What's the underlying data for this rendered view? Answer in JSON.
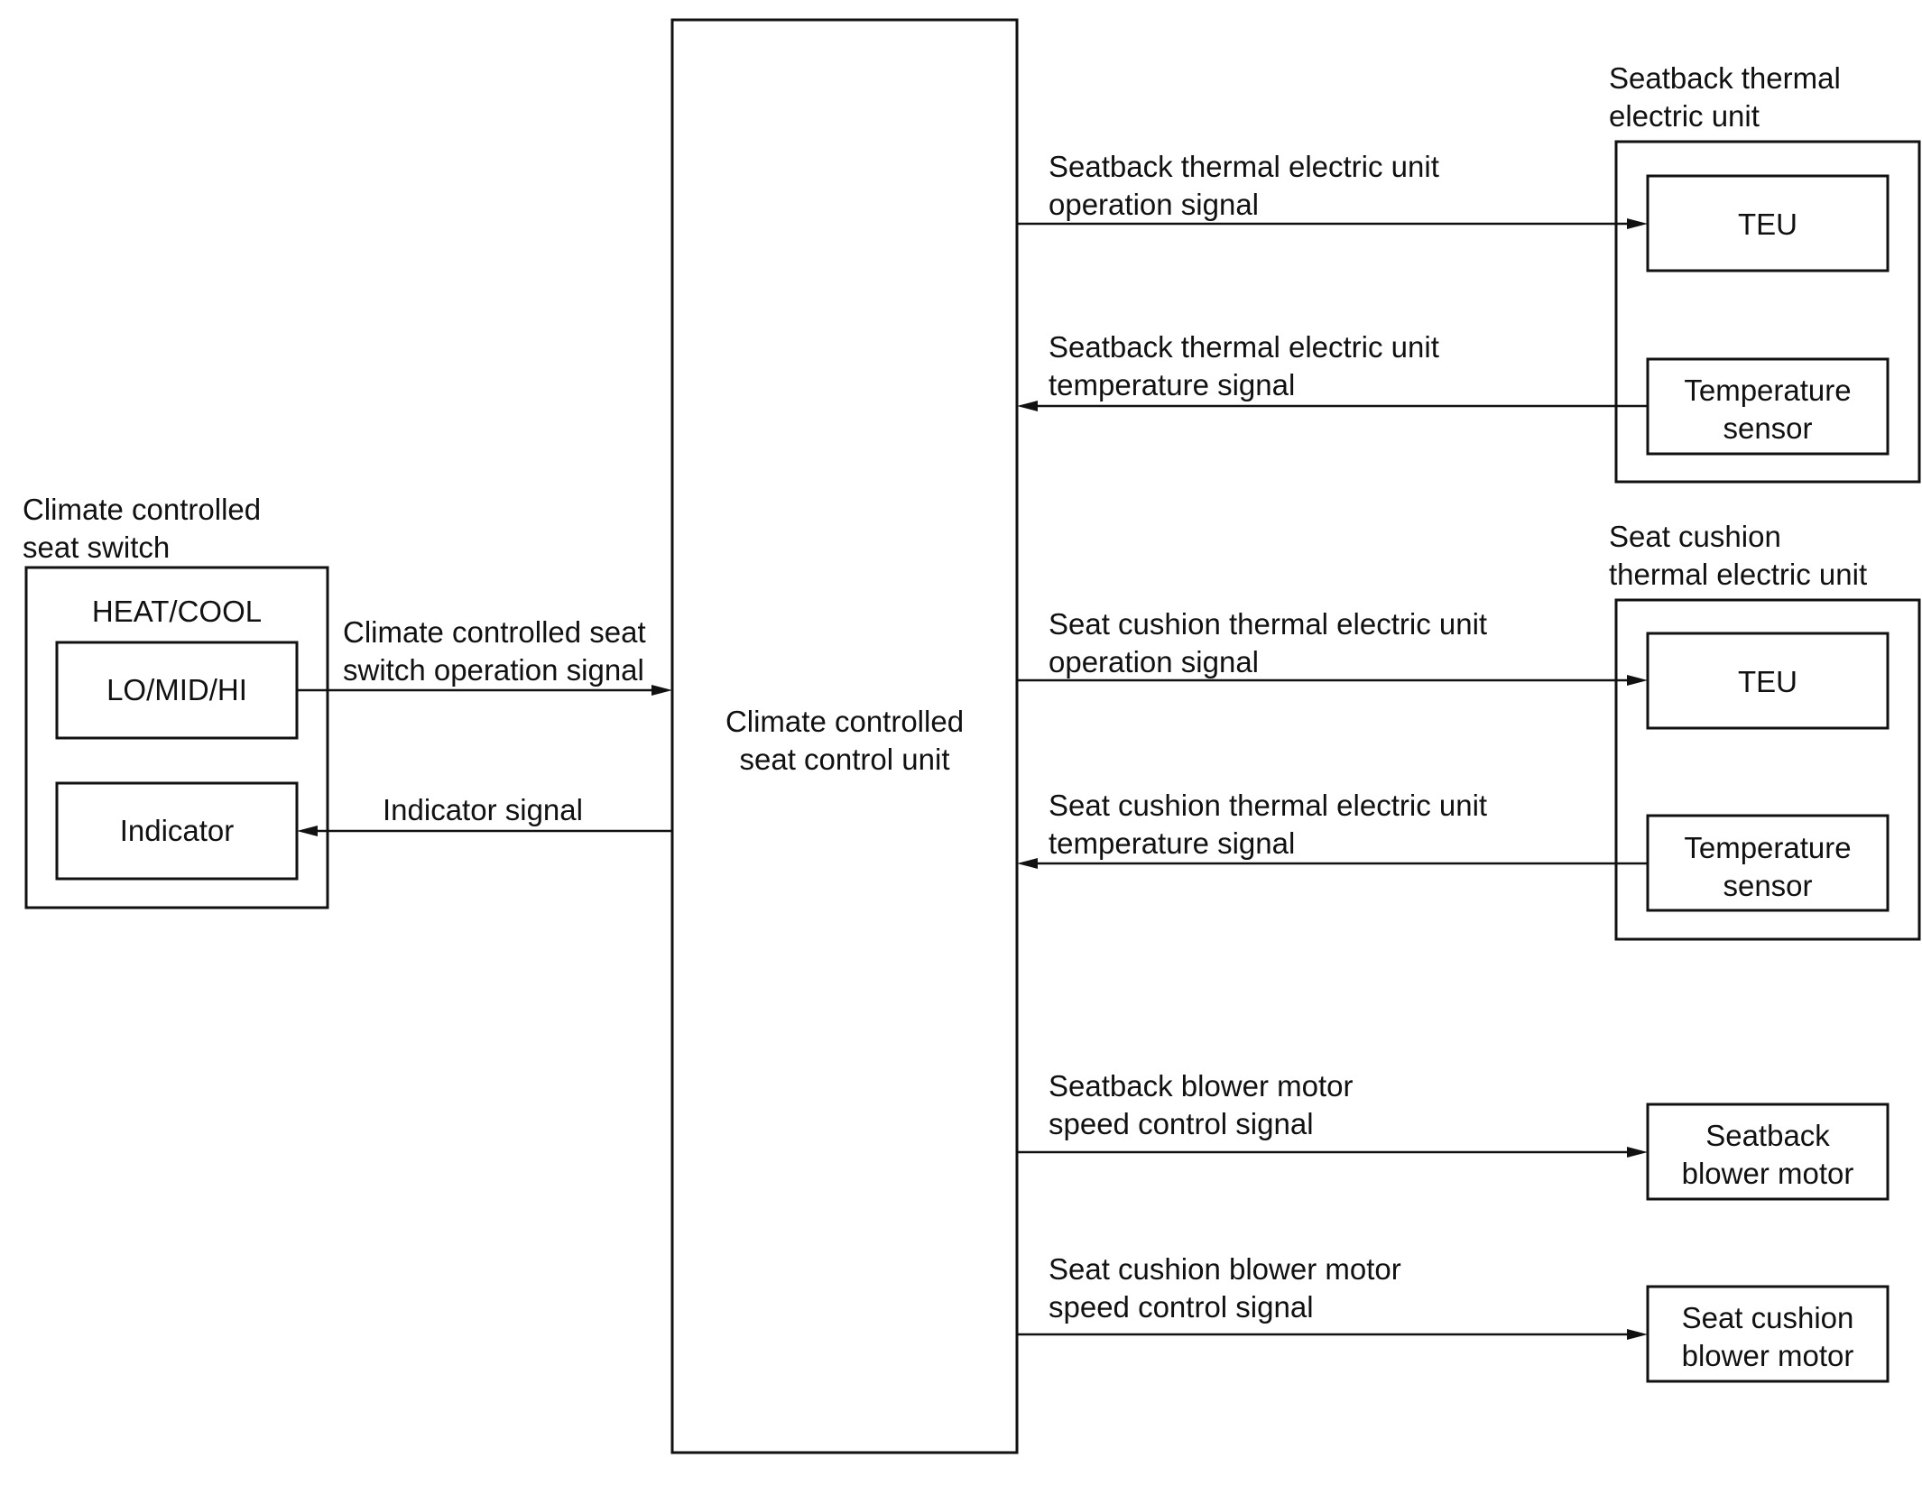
{
  "colors": {
    "line": "#111111",
    "background": "#ffffff"
  },
  "control_unit": {
    "label": [
      "Climate controlled",
      "seat control unit"
    ]
  },
  "switch_group": {
    "title": [
      "Climate controlled",
      "seat switch"
    ],
    "mode_label": "HEAT/COOL",
    "level_box": "LO/MID/HI",
    "indicator_box": "Indicator"
  },
  "seatback_group": {
    "title": [
      "Seatback thermal",
      "electric unit"
    ],
    "teu_box": "TEU",
    "sensor_box": [
      "Temperature",
      "sensor"
    ]
  },
  "cushion_group": {
    "title": [
      "Seat cushion",
      "thermal electric unit"
    ],
    "teu_box": "TEU",
    "sensor_box": [
      "Temperature",
      "sensor"
    ]
  },
  "seatback_blower": {
    "box": [
      "Seatback",
      "blower motor"
    ]
  },
  "cushion_blower": {
    "box": [
      "Seat cushion",
      "blower motor"
    ]
  },
  "signals": {
    "switch_operation": [
      "Climate controlled seat",
      "switch operation signal"
    ],
    "indicator": "Indicator signal",
    "seatback_teu_operation": [
      "Seatback thermal electric unit",
      "operation signal"
    ],
    "seatback_teu_temperature": [
      "Seatback thermal electric unit",
      "temperature signal"
    ],
    "cushion_teu_operation": [
      "Seat cushion thermal electric unit",
      "operation signal"
    ],
    "cushion_teu_temperature": [
      "Seat cushion thermal electric unit",
      "temperature signal"
    ],
    "seatback_blower_speed": [
      "Seatback blower motor",
      "speed control signal"
    ],
    "cushion_blower_speed": [
      "Seat cushion blower motor",
      "speed control signal"
    ]
  }
}
